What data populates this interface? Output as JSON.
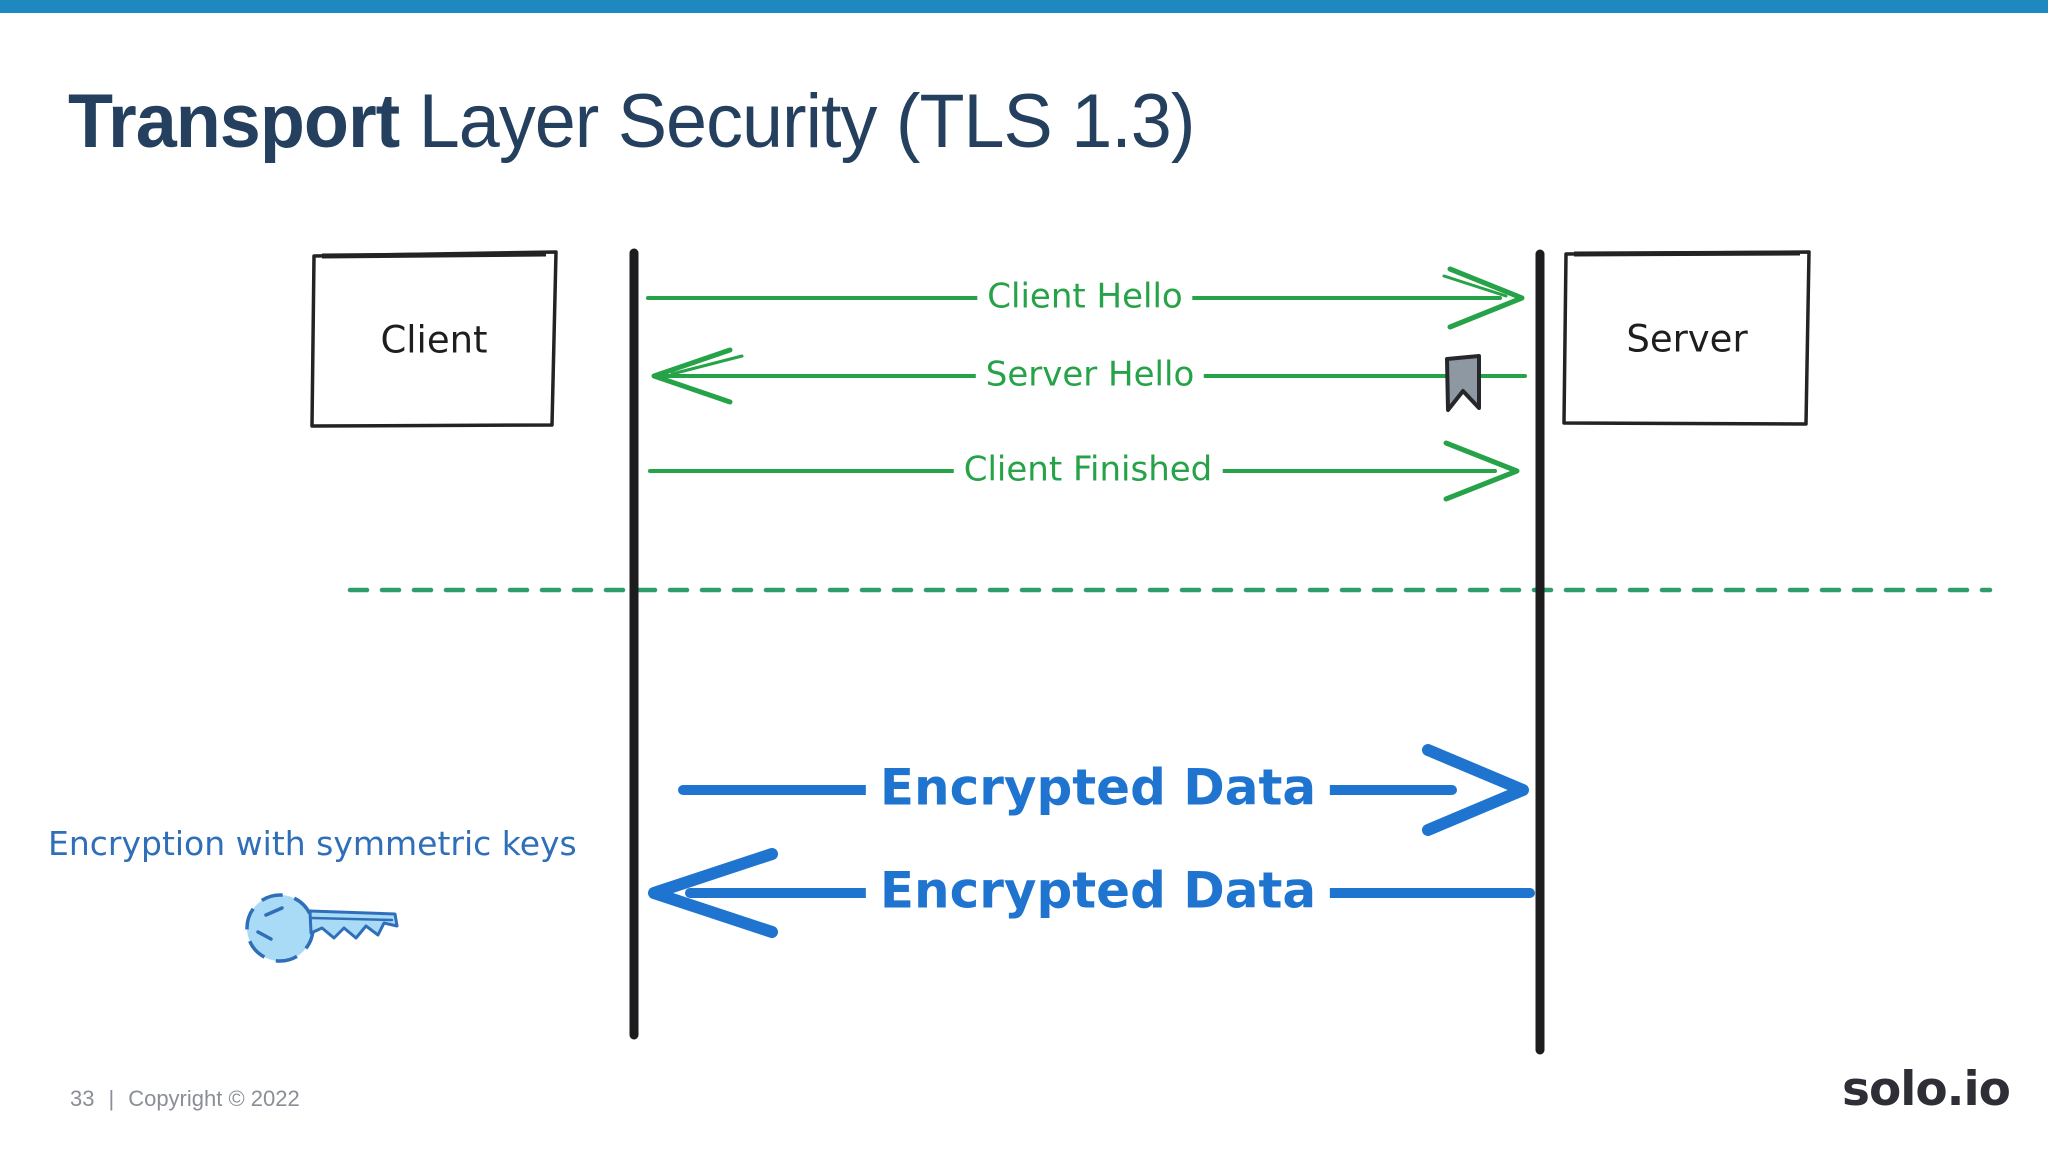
{
  "slide": {
    "title": {
      "bold": "Transport",
      "rest": " Layer Security (TLS 1.3)"
    },
    "footer": {
      "page_number": "33",
      "separator": "|",
      "copyright": "Copyright © 2022",
      "logo": "solo.io"
    }
  },
  "diagram": {
    "actors": [
      {
        "label": "Client"
      },
      {
        "label": "Server"
      }
    ],
    "handshake_messages": [
      {
        "label": "Client Hello",
        "direction": "client-to-server",
        "color": "#26a248"
      },
      {
        "label": "Server Hello",
        "direction": "server-to-client",
        "color": "#26a248",
        "bookmark": true
      },
      {
        "label": "Client Finished",
        "direction": "client-to-server",
        "color": "#26a248"
      }
    ],
    "divider": {
      "style": "dashed",
      "color": "#2d9e6b"
    },
    "data_messages": [
      {
        "label": "Encrypted Data",
        "direction": "client-to-server",
        "color": "#1e74cf"
      },
      {
        "label": "Encrypted Data",
        "direction": "server-to-client",
        "color": "#1e74cf"
      }
    ],
    "annotation": {
      "text": "Encryption with symmetric keys",
      "icon": "key-icon"
    }
  },
  "colors": {
    "top_bar": "#1d89c0",
    "title": "#24405e",
    "handshake_green": "#26a248",
    "divider_teal": "#2d9e6b",
    "encrypted_blue": "#1e74cf",
    "annotation_blue": "#2f6fba",
    "key_fill": "#a9dbf7",
    "bookmark_gray": "#8d98a3",
    "footer_gray": "#8a8e98",
    "logo_dark": "#2e2e36",
    "ink": "#232323"
  }
}
